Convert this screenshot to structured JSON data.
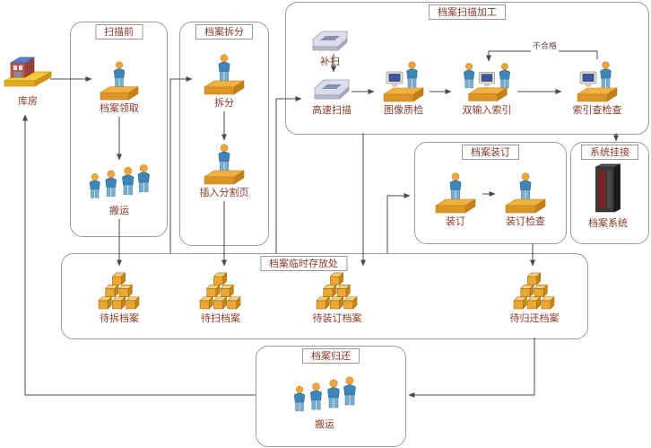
{
  "colors": {
    "label_text": "#8A3A28",
    "box_border": "#9A9A9A",
    "arrow": "#4A4A4A",
    "carton_orange": "#EAA832",
    "person_shirt": "#3F86B8",
    "person_skin": "#F0A638",
    "scanner_gray": "#DCDCEA",
    "server_dark": "#3A3A3A",
    "server_panel": "#7E2222"
  },
  "warehouse": {
    "label": "库房"
  },
  "pre_scan": {
    "title": "扫描前",
    "receive": "档案领取",
    "carry": "搬运"
  },
  "split": {
    "title": "档案拆分",
    "split": "拆分",
    "insert": "插入分割页"
  },
  "scan": {
    "title": "档案扫描加工",
    "rescan": "补扫",
    "highspeed": "高速扫描",
    "quality": "图像质检",
    "double_index": "双输入索引",
    "index_check": "索引查检查",
    "fail": "不合格"
  },
  "binding": {
    "title": "档案装订",
    "bind": "装订",
    "check": "装订检查"
  },
  "system": {
    "title": "系统挂接",
    "archive_system": "档案系统"
  },
  "storage": {
    "title": "档案临时存放处",
    "to_split": "待拆档案",
    "to_scan": "待扫档案",
    "to_bind": "待装订档案",
    "to_return": "待归还档案"
  },
  "archive_return": {
    "title": "档案归还",
    "carry": "搬运"
  }
}
